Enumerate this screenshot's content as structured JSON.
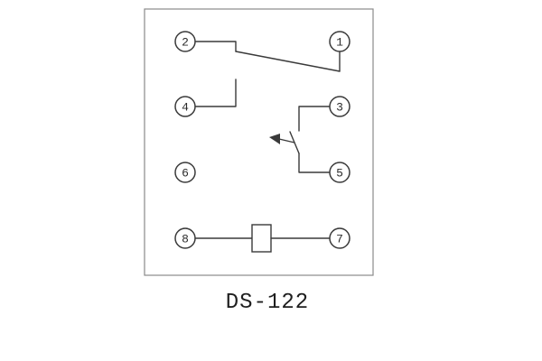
{
  "title": "DS-122",
  "terminals": [
    "1",
    "2",
    "3",
    "4",
    "5",
    "6",
    "7",
    "8"
  ]
}
